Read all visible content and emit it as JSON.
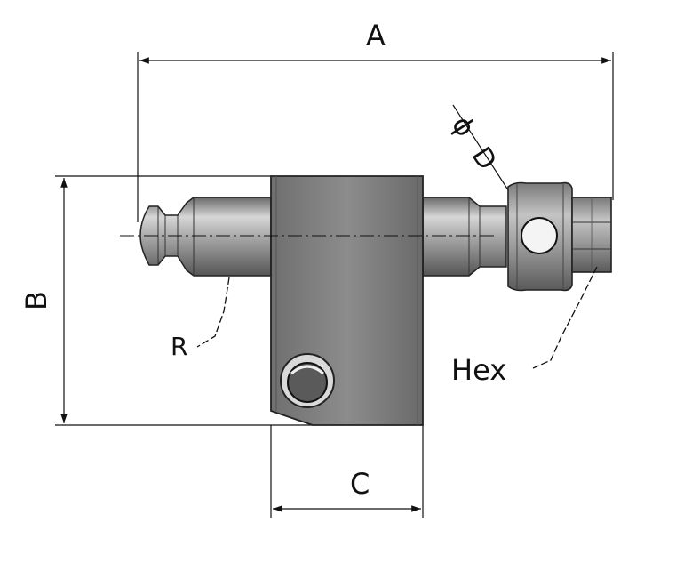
{
  "labels": {
    "dim_a": "A",
    "dim_b": "B",
    "dim_c": "C",
    "dim_d": "ϕ D",
    "radius": "R",
    "hex": "Hex"
  },
  "colors": {
    "line": "#111111",
    "steel_dark": "#5e5e5e",
    "steel_mid": "#8a8a8a",
    "steel_light": "#c9c9c9",
    "block": "#7f7f7f"
  }
}
